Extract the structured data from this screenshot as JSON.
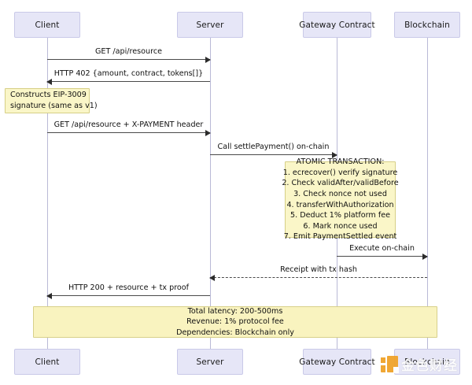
{
  "diagram": {
    "type": "sequence-diagram",
    "colors": {
      "participant_fill": "#e6e6f7",
      "participant_border": "#c9c9e8",
      "note_fill": "#faf6c8",
      "note_border": "#d6cf86",
      "summary_fill": "#f9f3bf",
      "arrow": "#2b2b2b",
      "lifeline": "#b9b9d6",
      "watermark_accent": "#f0a32a"
    },
    "participants": [
      {
        "id": "client",
        "label": "Client"
      },
      {
        "id": "server",
        "label": "Server"
      },
      {
        "id": "gateway",
        "label": "Gateway Contract"
      },
      {
        "id": "chain",
        "label": "Blockchain"
      }
    ],
    "participants_bottom": [
      {
        "id": "client",
        "label": "Client"
      },
      {
        "id": "server",
        "label": "Server"
      },
      {
        "id": "gateway",
        "label": "Gateway Contract"
      },
      {
        "id": "chain",
        "label": "Blockchain"
      }
    ],
    "messages": [
      {
        "id": "m1",
        "label": "GET /api/resource",
        "from": "client",
        "to": "server",
        "style": "solid"
      },
      {
        "id": "m2",
        "label": "HTTP 402 {amount, contract, tokens[]}",
        "from": "server",
        "to": "client",
        "style": "solid"
      },
      {
        "id": "m3",
        "label": "GET /api/resource + X-PAYMENT header",
        "from": "client",
        "to": "server",
        "style": "solid"
      },
      {
        "id": "m4",
        "label": "Call settlePayment() on-chain",
        "from": "server",
        "to": "gateway",
        "style": "solid"
      },
      {
        "id": "m5",
        "label": "Execute on-chain",
        "from": "gateway",
        "to": "chain",
        "style": "solid"
      },
      {
        "id": "m6",
        "label": "Receipt with tx hash",
        "from": "chain",
        "to": "server",
        "style": "dashed"
      },
      {
        "id": "m7",
        "label": "HTTP 200 + resource + tx proof",
        "from": "server",
        "to": "client",
        "style": "solid"
      }
    ],
    "notes": [
      {
        "id": "note-client-signature",
        "over": "client",
        "lines": [
          "Constructs EIP-3009",
          "signature (same as v1)"
        ]
      },
      {
        "id": "note-atomic-transaction",
        "over": "gateway",
        "lines": [
          "ATOMIC TRANSACTION:",
          "1. ecrecover() verify signature",
          "2. Check validAfter/validBefore",
          "3. Check nonce not used",
          "4. transferWithAuthorization",
          "5. Deduct 1% platform fee",
          "6. Mark nonce used",
          "7. Emit PaymentSettled event"
        ]
      },
      {
        "id": "note-summary",
        "over": "all",
        "lines": [
          "Total latency: 200-500ms",
          "Revenue: 1% protocol fee",
          "Dependencies: Blockchain only"
        ]
      }
    ],
    "watermark": {
      "text": "金色财经",
      "mark": "jinse-logo-icon"
    }
  }
}
